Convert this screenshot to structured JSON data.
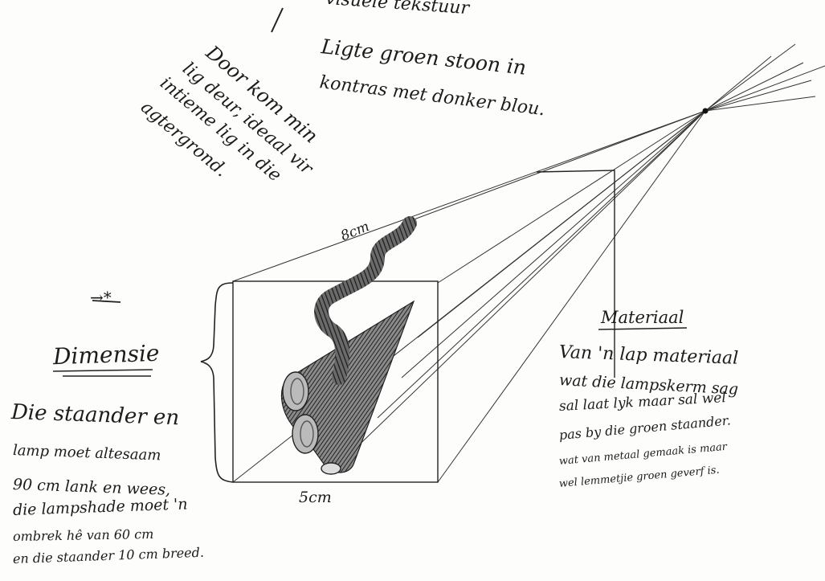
{
  "top_note": {
    "partial": "visuele tekstuur",
    "lines": [
      "Ligte groen stoon in",
      "kontras met donker blou."
    ]
  },
  "rotated_note": {
    "lines": [
      "Door kom min",
      "lig deur, ideaal vir",
      "intieme lig in die",
      "agtergrond."
    ]
  },
  "arrow_symbol": "→*",
  "dimension_labels": {
    "top": "8cm",
    "bottom": "5cm"
  },
  "dimensions_section": {
    "heading": "Dimensie",
    "lines": [
      "Die staander en",
      "lamp moet altesaam",
      "90 cm lank en wees,",
      "die lampshade moet 'n",
      "ombrek hê van 60 cm",
      "en die staander 10 cm breed."
    ]
  },
  "material_section": {
    "heading": "Materiaal",
    "lines": [
      "Van 'n lap materiaal",
      "wat die lampskerm sag",
      "sal laat lyk maar sal wel",
      "pas by die groen staander.",
      "wat van metaal gemaak is maar",
      "wel lemmetjie groen geverf is."
    ]
  },
  "colors": {
    "ink": "#1c1c1c",
    "paper": "#fdfdfb",
    "shading": "#555555"
  }
}
